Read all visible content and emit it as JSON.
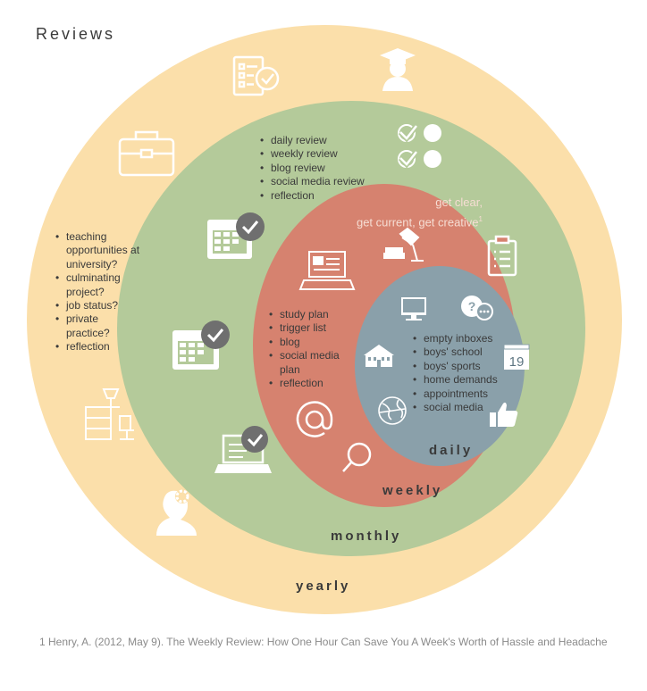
{
  "title": "Reviews",
  "colors": {
    "yearly": "#fbdfaa",
    "monthly": "#b4ca9a",
    "weekly": "#d6826f",
    "daily": "#8aa0aa",
    "text": "#3a3a3a",
    "icon": "#ffffff"
  },
  "rings": {
    "yearly": {
      "label": "yearly",
      "items": [
        "teaching opportunities at university?",
        "culminating project?",
        "job status?",
        "private practice?",
        "reflection"
      ]
    },
    "monthly": {
      "label": "monthly",
      "items": [
        "daily review",
        "weekly review",
        "blog review",
        "social media review",
        "reflection"
      ]
    },
    "weekly": {
      "label": "weekly",
      "heading_line1": "get clear,",
      "heading_line2": "get current, get creative",
      "heading_sup": "1",
      "items": [
        "study plan",
        "trigger list",
        "blog",
        "social media plan",
        "reflection"
      ]
    },
    "daily": {
      "label": "daily",
      "items": [
        "empty inboxes",
        "boys' school",
        "boys' sports",
        "home demands",
        "appointments",
        "social media"
      ],
      "calendar_number": "19"
    }
  },
  "footnote": "1 Henry, A. (2012, May 9).  The Weekly Review: How One Hour Can Save You A Week's Worth of Hassle and Headache",
  "icons": [
    "checklist-icon",
    "graduate-icon",
    "briefcase-icon",
    "desk-chair-icon",
    "person-gear-icon",
    "checkboxes-icon",
    "calendar-check-icon",
    "laptop-check-icon",
    "laptop-icon",
    "desk-lamp-icon",
    "clipboard-list-icon",
    "at-sign-icon",
    "magnifier-icon",
    "monitor-icon",
    "chat-bubbles-icon",
    "school-building-icon",
    "calendar-icon",
    "globe-icon",
    "thumbs-up-icon"
  ]
}
